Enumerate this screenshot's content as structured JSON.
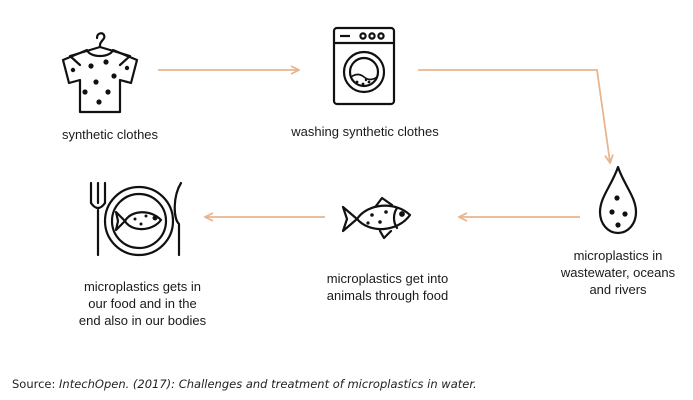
{
  "nodes": {
    "clothes": {
      "label": "synthetic clothes",
      "icon": "shirt-on-hanger-icon"
    },
    "washing": {
      "label": "washing synthetic clothes",
      "icon": "washing-machine-icon"
    },
    "water": {
      "label": "microplastics in\nwastewater, oceans\nand rivers",
      "icon": "water-drop-icon"
    },
    "animals": {
      "label": "microplastics get into\nanimals through food",
      "icon": "fish-icon"
    },
    "food": {
      "label": "microplastics gets in\nour food and in the\nend also in our bodies",
      "icon": "plate-with-fish-icon"
    }
  },
  "source": {
    "prefix": "Source: ",
    "citation": "IntechOpen. (2017): Challenges and treatment of microplastics in water."
  },
  "colors": {
    "arrow": "#e9b590",
    "icon": "#111111"
  }
}
